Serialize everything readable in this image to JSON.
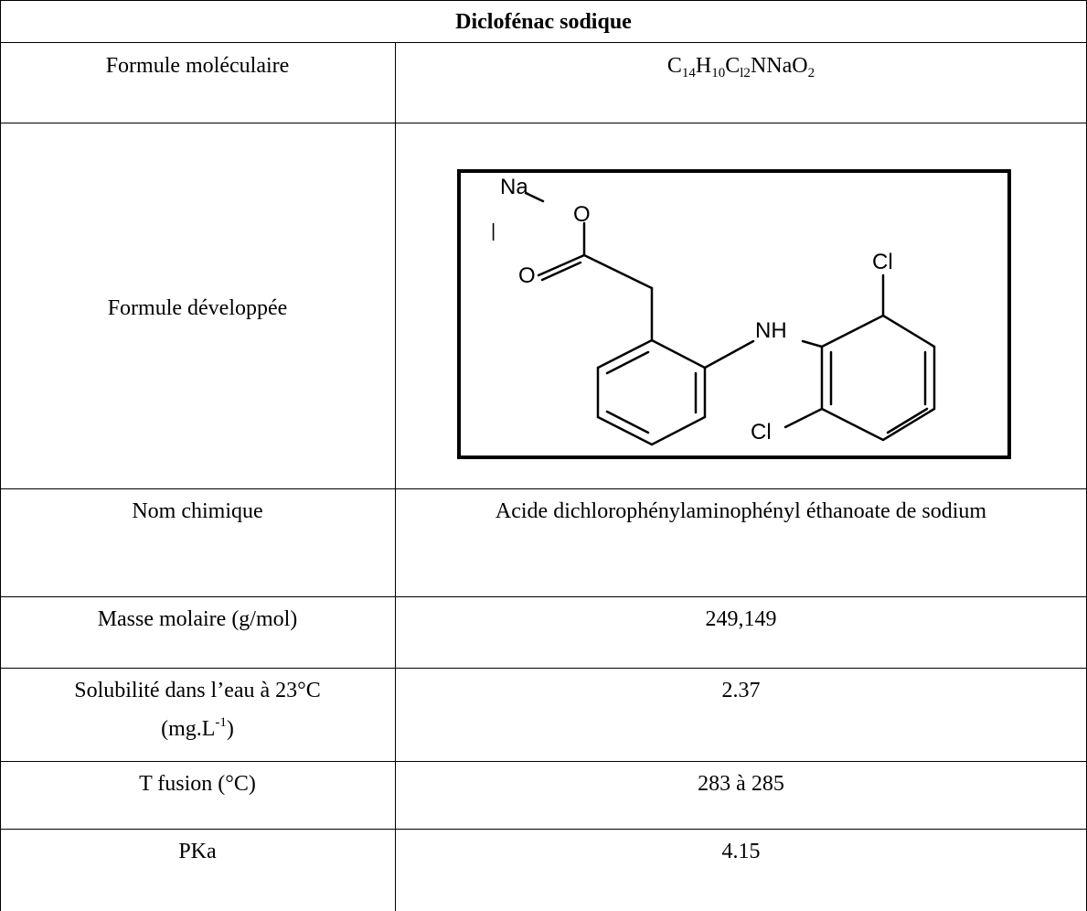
{
  "table": {
    "title": "Diclofénac sodique",
    "rows": [
      {
        "label": "Formule moléculaire",
        "formula": [
          [
            "C",
            ""
          ],
          [
            "14",
            "sub"
          ],
          [
            "H",
            ""
          ],
          [
            "10",
            "sub"
          ],
          [
            "C",
            ""
          ],
          [
            "l2",
            "sub"
          ],
          [
            "NNaO",
            ""
          ],
          [
            "2",
            "sub"
          ]
        ]
      },
      {
        "label": "Formule développée",
        "structure": true
      },
      {
        "label": "Nom chimique",
        "value": "Acide dichlorophénylaminophényl éthanoate de sodium"
      },
      {
        "label": "Masse molaire (g/mol)",
        "value": "249,149"
      },
      {
        "label_line1": "Solubilité dans l’eau à 23°C",
        "label_line2_main": "(mg.L",
        "label_line2_sup": "-1",
        "label_line2_end": ")",
        "value": "2.37"
      },
      {
        "label": "T fusion (°C)",
        "value": "283 à 285"
      },
      {
        "label": "PKa",
        "value": "4.15"
      }
    ]
  },
  "structure": {
    "atoms": {
      "na": "Na",
      "o_top": "O",
      "o_left": "O",
      "cl_top": "Cl",
      "nh": "NH",
      "cl_bottom": "Cl",
      "bar": "|"
    }
  }
}
